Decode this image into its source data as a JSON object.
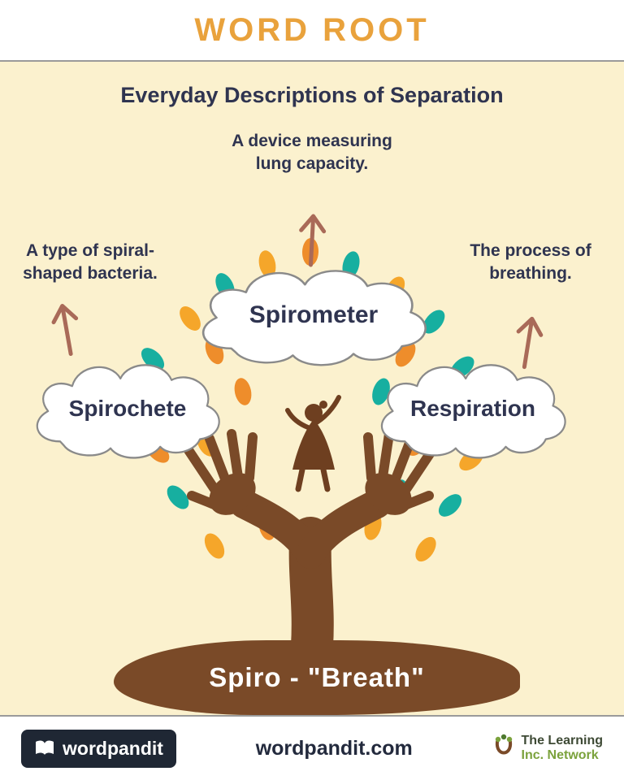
{
  "header": {
    "title": "WORD ROOT"
  },
  "main": {
    "title": "Everyday Descriptions of Separation",
    "root_label": "Spiro - \"Breath\"",
    "words": [
      {
        "word": "Spirometer",
        "description": "A device measuring\nlung capacity."
      },
      {
        "word": "Spirochete",
        "description": "A type of spiral-\nshaped bacteria."
      },
      {
        "word": "Respiration",
        "description": "The process of\nbreathing."
      }
    ]
  },
  "footer": {
    "brand": "wordpandit",
    "site": "wordpandit.com",
    "partner": {
      "line1": "The Learning",
      "line2": "Inc. Network"
    }
  },
  "icons": {
    "arrow": "up-arrow-icon",
    "brand": "book-icon",
    "partner": "tree-logo-icon"
  },
  "colors": {
    "accent_orange": "#E9A23C",
    "text_dark": "#2F3450",
    "cream_bg": "#FBF1CE",
    "tree_brown": "#7A4A28",
    "leaf_teal": "#17AFA0",
    "leaf_gold": "#F5A62A",
    "leaf_deep_orange": "#EE8D2B",
    "arrow_color": "#A96A58"
  }
}
